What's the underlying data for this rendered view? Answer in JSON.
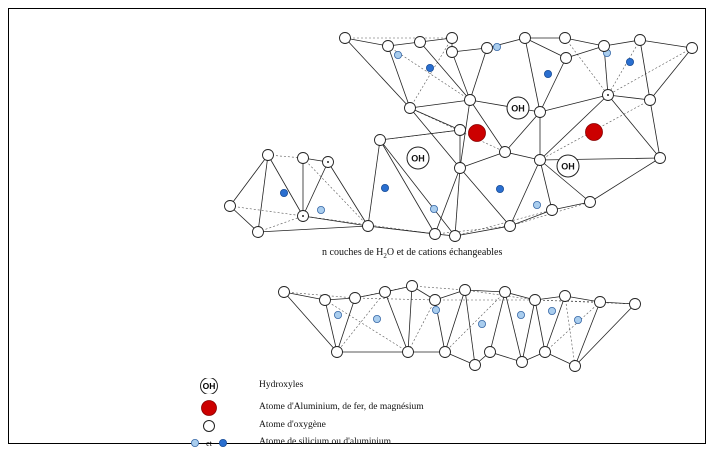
{
  "diagram": {
    "separator_text": {
      "prefix": "n couches de H",
      "subscript": "2",
      "suffix": "O  et de cations échangeables"
    },
    "hydroxyl_label": "OH"
  },
  "legend": {
    "items": [
      {
        "key": "hydroxyl",
        "symbol_text": "OH",
        "label": "Hydroxyles"
      },
      {
        "key": "metal",
        "label": "Atome d'Aluminium, de fer, de magnésium"
      },
      {
        "key": "oxygen",
        "label": "Atome d'oxygène"
      },
      {
        "key": "silicon",
        "connector": "et",
        "label": "Atome de silicium ou d'aluminium"
      }
    ]
  },
  "colors": {
    "metal_atom": "#cc0000",
    "silicon_atom_dark": "#2a6fd0",
    "silicon_atom_light": "#a9cdee",
    "oxygen_atom": "#ffffff",
    "line": "#222222"
  }
}
